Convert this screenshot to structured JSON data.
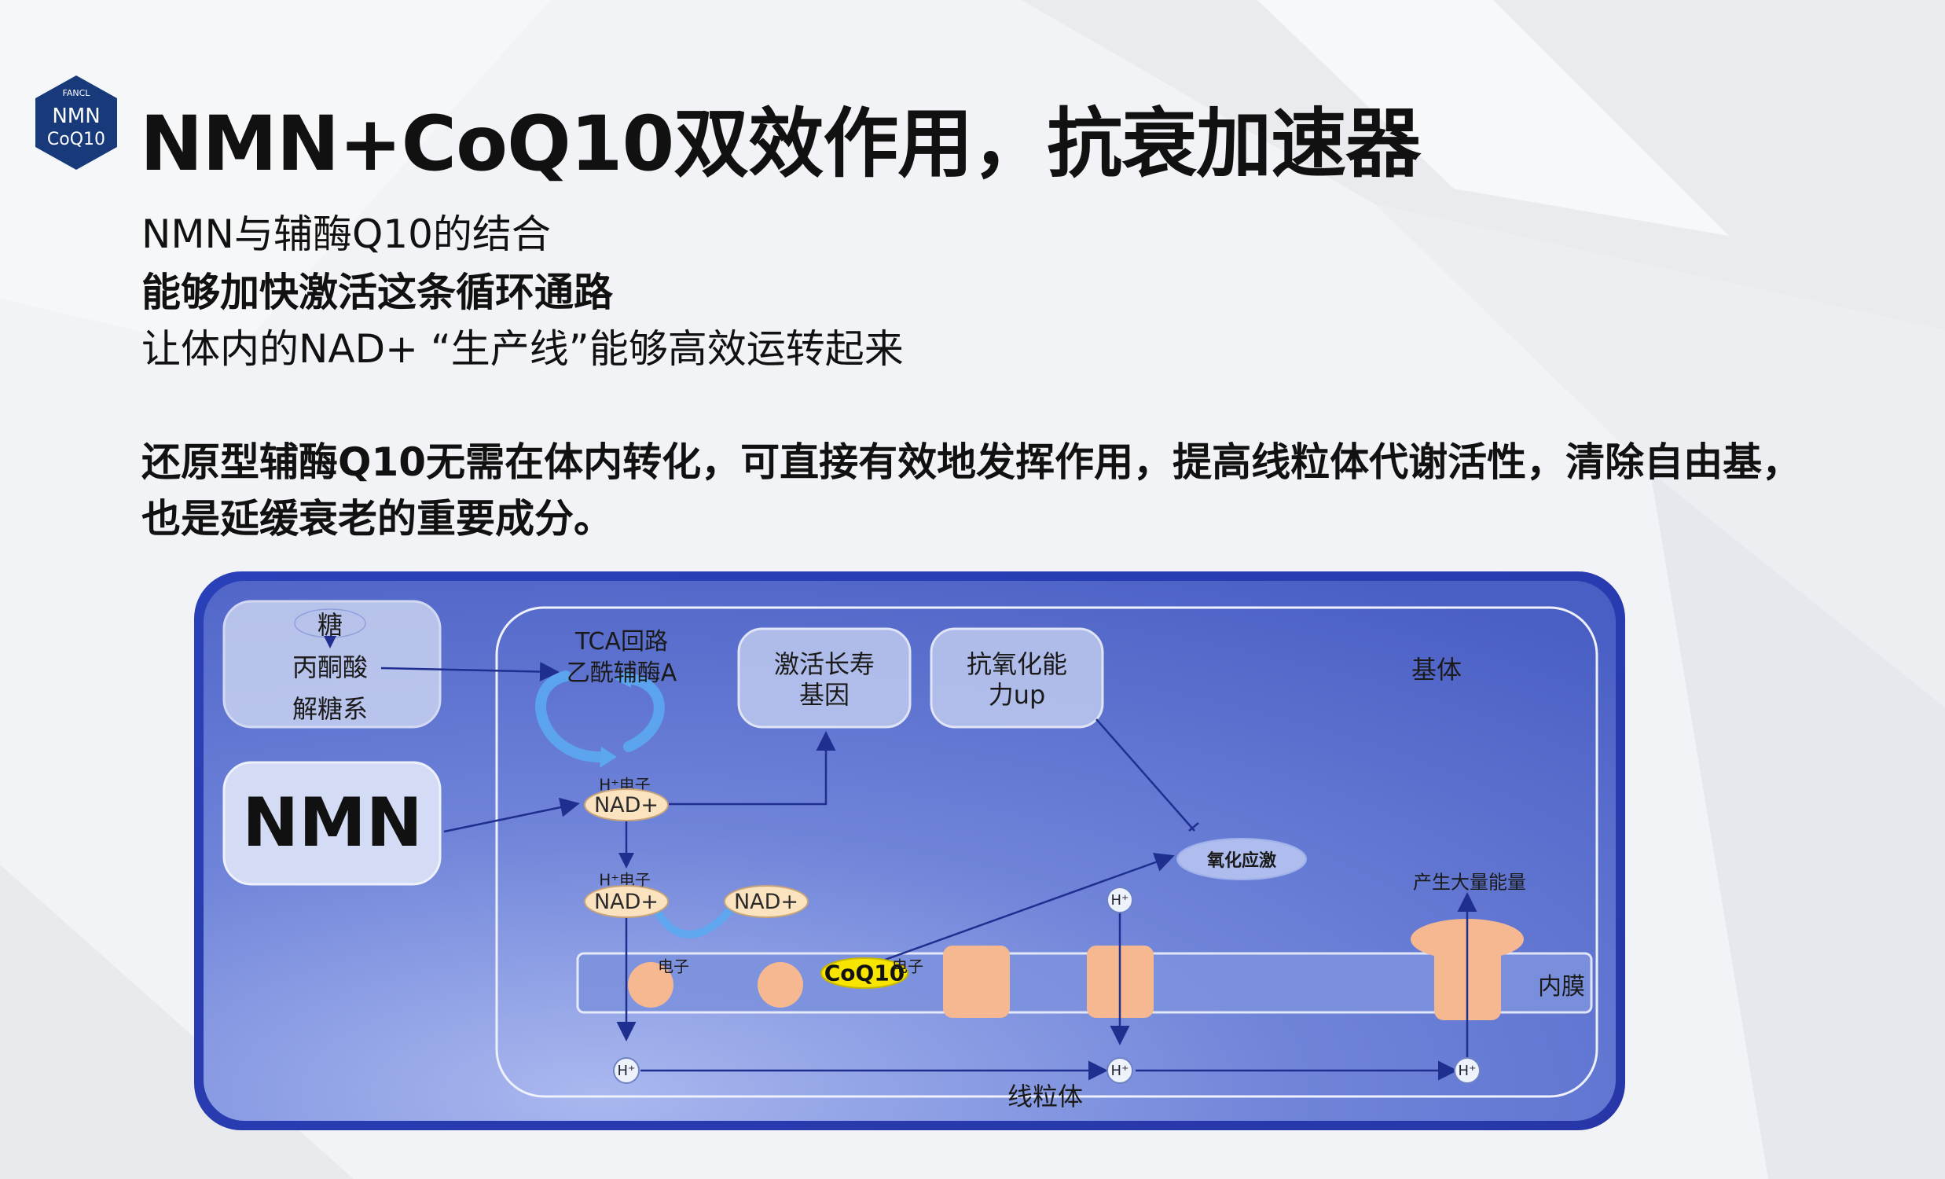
{
  "logo": {
    "brand": "FANCL",
    "line1": "NMN",
    "line2": "CoQ10"
  },
  "title": "NMN+CoQ10双效作用，抗衰加速器",
  "subtitle_lines": [
    "NMN与辅酶Q10的结合",
    "能够加快激活这条循环通路",
    "让体内的NAD+ “生产线”能够高效运转起来"
  ],
  "paragraph_lines": [
    "还原型辅酶Q10无需在体内转化，可直接有效地发挥作用，提高线粒体代谢活性，清除自由基，",
    "也是延缓衰老的重要成分。"
  ],
  "diagram": {
    "glycolysis": {
      "sugar": "糖",
      "pyruvate": "丙酮酸",
      "name": "解糖系"
    },
    "nmn_box": "NMN",
    "tca": {
      "line1": "TCA回路",
      "line2": "乙酰辅酶A"
    },
    "longevity_box": {
      "line1": "激活长寿",
      "line2": "基因"
    },
    "antioxidant_box": {
      "line1": "抗氧化能",
      "line2": "力up"
    },
    "matrix": "基体",
    "h_electron_1": "H⁺电子",
    "h_electron_2": "H⁺电子",
    "nad_1": "NAD+",
    "nad_2": "NAD+",
    "nad_3": "NAD+",
    "oxidative_stress": "氧化应激",
    "energy": "产生大量能量",
    "electron_1": "电子",
    "electron_2": "电子",
    "coq10": "CoQ10",
    "inner_membrane": "内膜",
    "mitochondria": "线粒体",
    "h_plus": "H⁺"
  }
}
